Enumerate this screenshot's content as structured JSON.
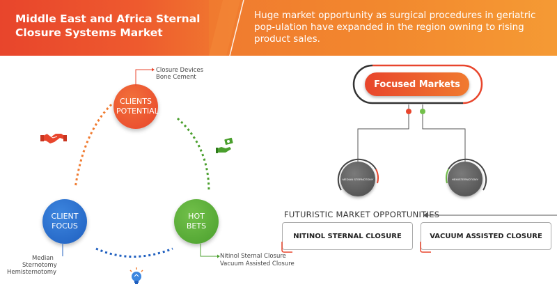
{
  "header": {
    "title": "Middle East and Africa Sternal Closure Systems Market",
    "description": "Huge market opportunity as surgical procedures in geriatric pop-ulation have expanded in the region owning to rising product sales."
  },
  "clients_potential": {
    "label": "CLIENTS POTENTIAL",
    "items": [
      "Closure Devices",
      "Bone Cement"
    ]
  },
  "client_focus": {
    "label": "CLIENT FOCUS",
    "items": [
      "Median",
      "Sternotomy",
      "Hemisternotomy"
    ]
  },
  "hot_bets": {
    "label": "HOT BETS",
    "items": [
      "Nitinol Sternal Closure",
      "Vacuum Assisted Closure"
    ]
  },
  "focused_markets": {
    "label": "Focused Markets",
    "segments": [
      "MEDIAN STERNOTOMY",
      "HEMISTERNOTOMY"
    ]
  },
  "futuristic": {
    "title": "FUTURISTIC MARKET OPPORTUNITIES",
    "boxes": [
      "NITINOL STERNAL CLOSURE",
      "VACUUM ASSISTED CLOSURE"
    ]
  },
  "colors": {
    "orange": "#e8452c",
    "blue": "#1f5fbf",
    "green": "#4a9f2d",
    "gray": "#4a4a4a"
  },
  "icons": [
    "handshake-icon",
    "hand-money-icon",
    "lightbulb-icon"
  ]
}
